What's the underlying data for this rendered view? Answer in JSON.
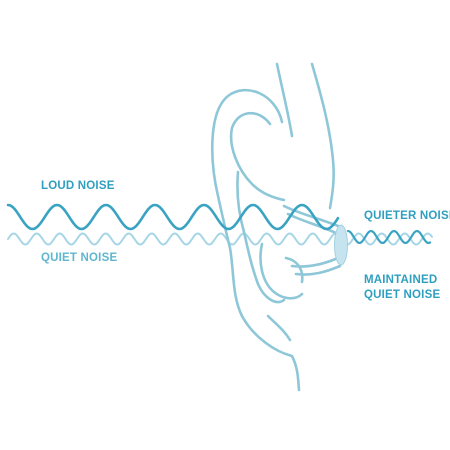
{
  "labels": {
    "loud_noise": "LOUD NOISE",
    "quiet_noise": "QUIET NOISE",
    "quieter_noise": "QUIETER NOISE",
    "maintained_line1": "MAINTAINED",
    "maintained_line2": "QUIET NOISE"
  },
  "colors": {
    "loud_wave": "#3aa3c2",
    "quiet_wave": "#a6d6e6",
    "ear_outline": "#8ec7d8",
    "earplug": "#c6e4ef",
    "label_dark": "#2e9fbf",
    "label_light": "#5fb6cf"
  }
}
